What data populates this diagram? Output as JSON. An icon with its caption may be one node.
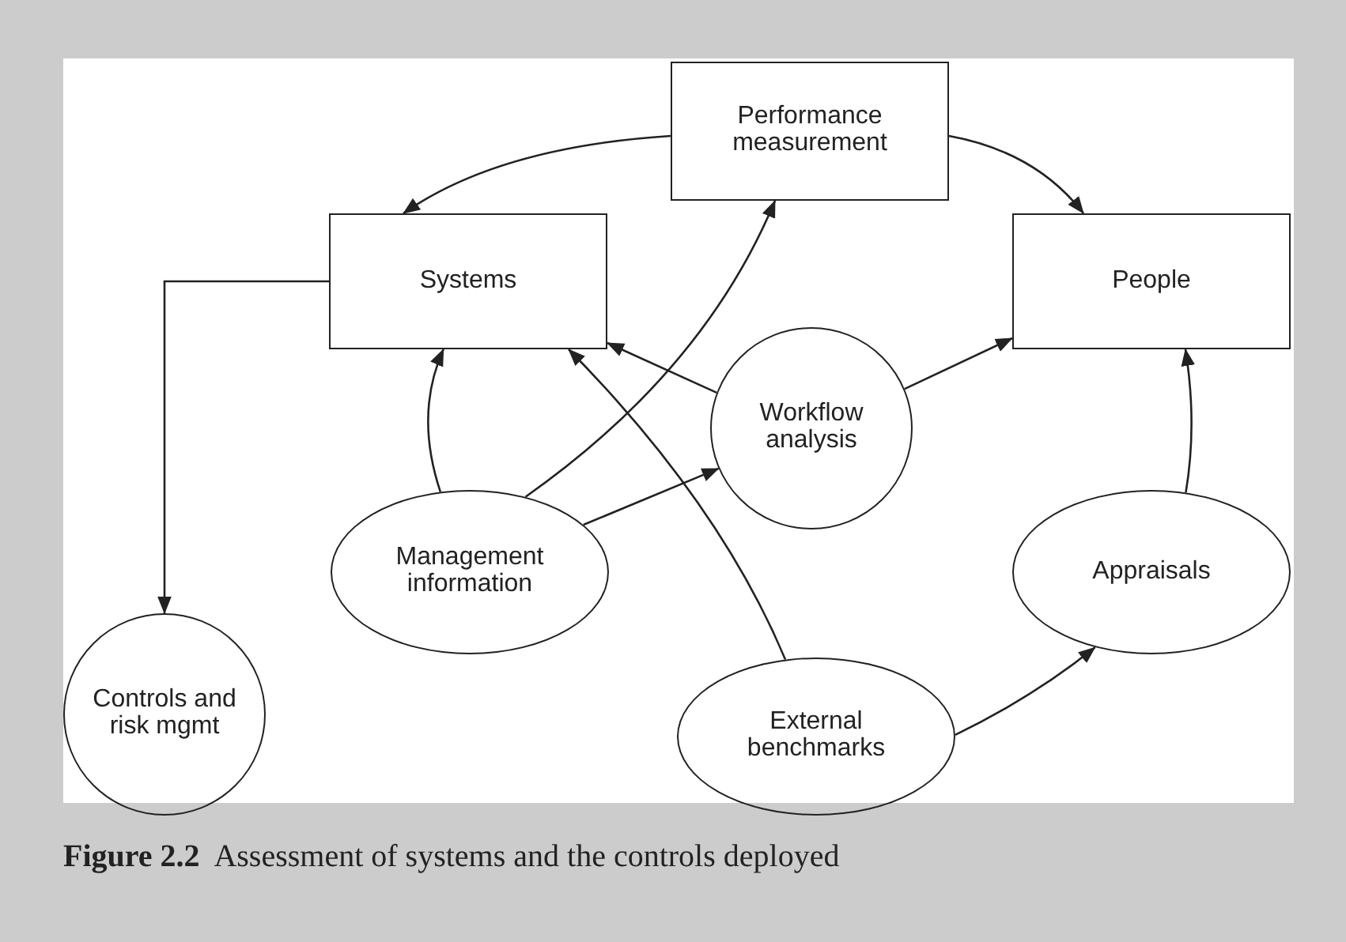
{
  "diagram": {
    "caption": "**Figure 2.2**  Assessment of systems and the controls deployed",
    "nodes": [
      {
        "text": [
          "Performance measurement"
        ]
      },
      {
        "text": [
          "Systems"
        ]
      },
      {
        "text": [
          "People"
        ]
      },
      {
        "text": [
          "Workflow analysis"
        ]
      },
      {
        "text": [
          "Management information"
        ]
      },
      {
        "text": [
          "Appraisals"
        ]
      },
      {
        "text": [
          "Controls and risk mgmt"
        ]
      },
      {
        "text": [
          "External benchmarks"
        ]
      }
    ],
    "edges": [
      {
        "from": 0,
        "to": 1,
        "arrow": "to"
      },
      {
        "from": 0,
        "to": 2,
        "arrow": "to"
      },
      {
        "from": 1,
        "to": 6,
        "arrow": "to"
      },
      {
        "from": 3,
        "to": 1,
        "arrow": "to"
      },
      {
        "from": 3,
        "to": 2,
        "arrow": "to"
      },
      {
        "from": 4,
        "to": 1,
        "arrow": "to"
      },
      {
        "from": 4,
        "to": 0,
        "arrow": "to"
      },
      {
        "from": 4,
        "to": 3,
        "arrow": "to"
      },
      {
        "from": 7,
        "to": 1,
        "arrow": "to"
      },
      {
        "from": 7,
        "to": 5,
        "arrow": "to"
      },
      {
        "from": 5,
        "to": 2,
        "arrow": "to"
      }
    ]
  }
}
